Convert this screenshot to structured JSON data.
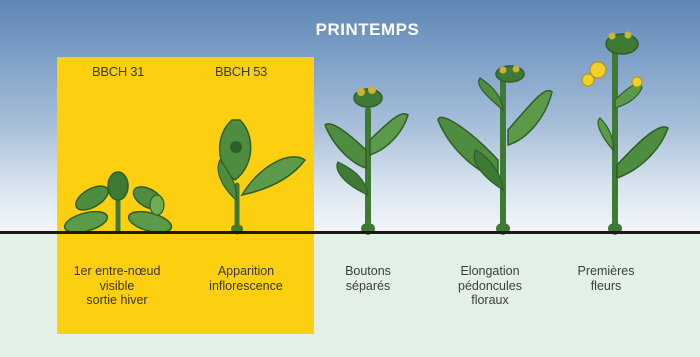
{
  "header": {
    "season": "PRINTEMPS"
  },
  "highlight": {
    "color": "#fccf10",
    "codes": [
      "BBCH 31",
      "BBCH 53"
    ]
  },
  "stages": [
    {
      "label_line1": "1er entre-nœud",
      "label_line2": "visible",
      "label_line3": "sortie hiver",
      "bbch": "BBCH 31"
    },
    {
      "label_line1": "Apparition",
      "label_line2": "inflorescence",
      "label_line3": "",
      "bbch": "BBCH 53"
    },
    {
      "label_line1": "Boutons",
      "label_line2": "séparés",
      "label_line3": ""
    },
    {
      "label_line1": "Elongation",
      "label_line2": "pédoncules",
      "label_line3": "floraux"
    },
    {
      "label_line1": "Premières",
      "label_line2": "fleurs",
      "label_line3": ""
    }
  ],
  "colors": {
    "sky_top": "#5f86b4",
    "ground": "#e3f0e6",
    "plant_green": "#3f7a35",
    "leaf_green": "#5b9a48",
    "flower_yellow": "#f2d02a"
  }
}
